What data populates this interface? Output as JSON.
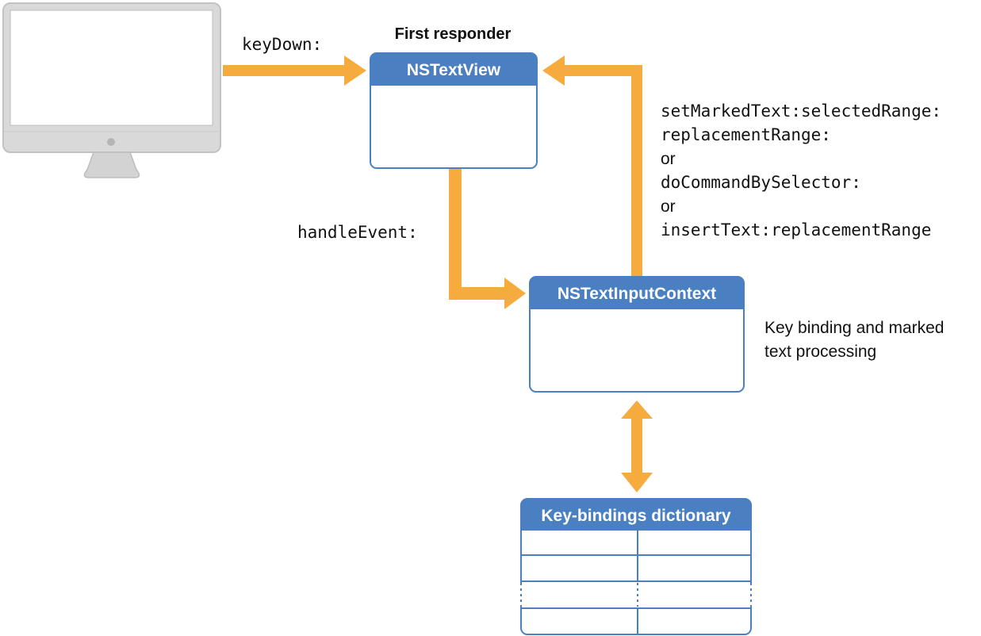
{
  "colors": {
    "box_header": "#4a7fc1",
    "box_border": "#4a7fc1",
    "arrow": "#f6ab3e",
    "monitor_frame": "#d7d7d7",
    "monitor_screen": "#ffffff",
    "text": "#111111"
  },
  "computer": {
    "icon": "imac-monitor-icon",
    "logo_icon": "apple-logo-icon"
  },
  "first_responder_label": "First responder",
  "text_view": {
    "title": "NSTextView"
  },
  "input_context": {
    "title": "NSTextInputContext",
    "description_line1": "Key binding and marked",
    "description_line2": "text processing"
  },
  "key_bindings": {
    "title": "Key-bindings dictionary",
    "rows": 4,
    "columns": 2
  },
  "messages": {
    "key_down": "keyDown:",
    "handle_event": "handleEvent:",
    "callback_lines": [
      "setMarkedText:selectedRange:",
      "replacementRange:",
      "or",
      "doCommandBySelector:",
      "or",
      "insertText:replacementRange"
    ]
  }
}
